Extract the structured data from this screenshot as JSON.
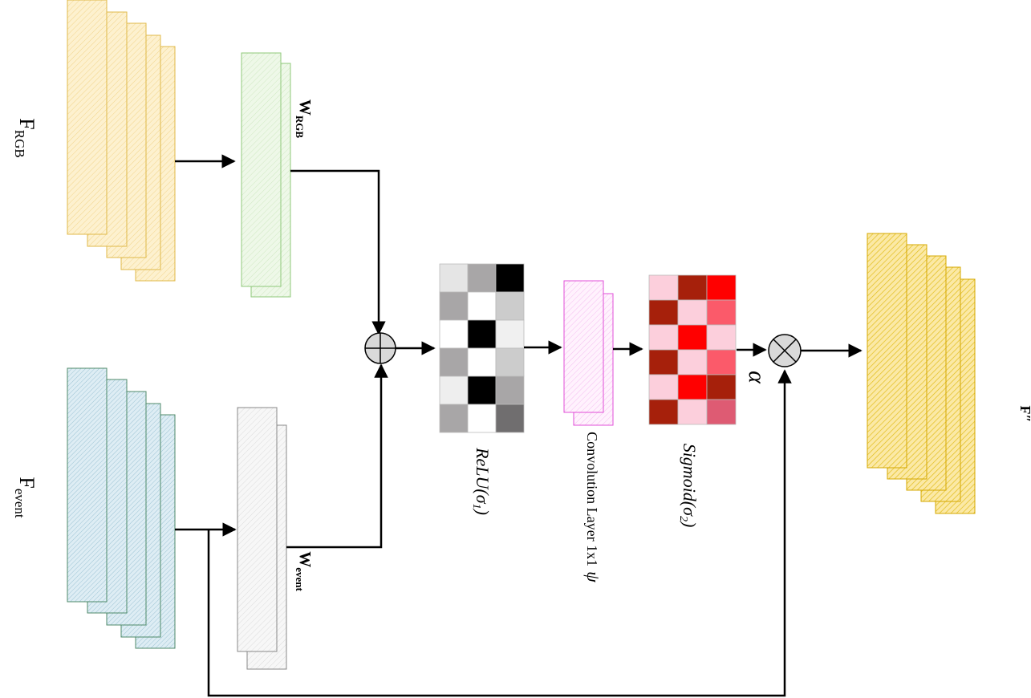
{
  "labels": {
    "f_rgb": {
      "base": "F",
      "sub": "RGB"
    },
    "f_event": {
      "base": "F",
      "sub": "event"
    },
    "w_rgb": {
      "base": "W",
      "sub": "RGB"
    },
    "w_event": {
      "base": "W",
      "sub": "event"
    },
    "relu": "ReLU(σ",
    "relu_sub": "1",
    "relu_end": ")",
    "conv": "Convolution Layer 1x1",
    "conv_psi": "ψ",
    "sigmoid": "Sigmoid(σ",
    "sigmoid_sub": "2",
    "sigmoid_end": ")",
    "alpha": "α",
    "f_out": "F″"
  },
  "symbols": {
    "sum": "circle-plus-icon",
    "product": "circle-times-icon"
  },
  "colors": {
    "rgb_fill": "#fdf1cf",
    "rgb_stroke": "#e0b94a",
    "rgb_hatch": "#f2d48a",
    "wrgb_fill": "#eef8e8",
    "wrgb_stroke": "#8fc97a",
    "event_fill": "#deedf4",
    "event_stroke": "#4f8a6a",
    "event_hatch": "#9cc3d4",
    "wevent_fill": "#f6f6f6",
    "wevent_stroke": "#888888",
    "conv_fill": "#fde8fb",
    "conv_stroke": "#e04fd8",
    "out_fill": "#fbe9a6",
    "out_stroke": "#d4a800",
    "out_hatch": "#e2bc1a",
    "op_fill": "#d9d9d9"
  },
  "relu_matrix": [
    [
      "#e5e5e5",
      "#a8a6a7",
      "#000000"
    ],
    [
      "#a8a6a7",
      "#ffffff",
      "#cccccc"
    ],
    [
      "#ffffff",
      "#000000",
      "#f0f0f0"
    ],
    [
      "#a8a6a7",
      "#ffffff",
      "#cccccc"
    ],
    [
      "#eeeeee",
      "#000000",
      "#a8a6a7"
    ],
    [
      "#a8a6a7",
      "#ffffff",
      "#706e6f"
    ]
  ],
  "sigmoid_matrix": [
    [
      "#fccfdc",
      "#a6200b",
      "#ff0000"
    ],
    [
      "#a6200b",
      "#fccfdc",
      "#fb5a6a"
    ],
    [
      "#fccfdc",
      "#ff0000",
      "#fccfdc"
    ],
    [
      "#a6200b",
      "#fccfdc",
      "#fb5a6a"
    ],
    [
      "#fccfdc",
      "#ff0000",
      "#a6200b"
    ],
    [
      "#a6200b",
      "#fccfdc",
      "#de5b73"
    ]
  ]
}
